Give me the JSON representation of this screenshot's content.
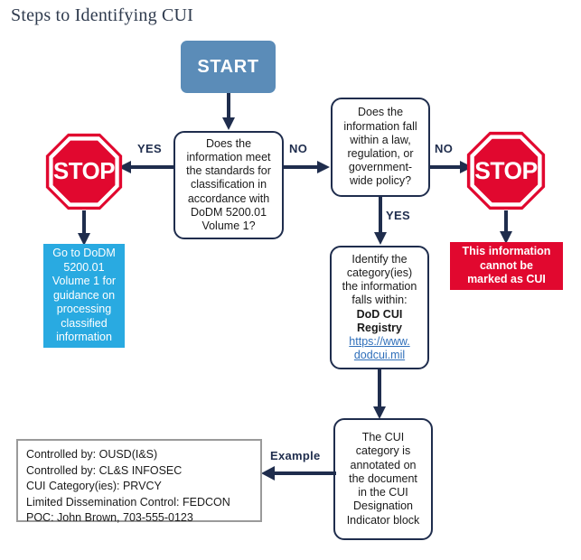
{
  "page": {
    "title": "Steps to Identifying CUI"
  },
  "colors": {
    "start_fill": "#5b8cb8",
    "box_stroke": "#1f2d4d",
    "arrow": "#1f2d4d",
    "stop_red": "#e1082f",
    "info_blue": "#29aae1",
    "warning_red": "#e1082f",
    "link_blue": "#2f6fba",
    "cui_block_border": "#9a9a9a",
    "title_text": "#2f3b4e"
  },
  "nodes": {
    "start": {
      "label": "START",
      "shape": "rounded-rect-filled"
    },
    "decision_classification": {
      "shape": "rounded-rect",
      "lines": [
        "Does the",
        "information meet",
        "the standards for",
        "classification in",
        "accordance with",
        "DoDM 5200.01",
        "Volume 1?"
      ]
    },
    "decision_law": {
      "shape": "rounded-rect",
      "lines": [
        "Does the",
        "information fall",
        "within a law,",
        "regulation, or",
        "government-",
        "wide policy?"
      ]
    },
    "stop_left": {
      "label": "STOP",
      "shape": "octagon"
    },
    "stop_right": {
      "label": "STOP",
      "shape": "octagon"
    },
    "goto_dodm": {
      "shape": "rect-filled",
      "lines": [
        "Go to DoDM",
        "5200.01",
        "Volume 1 for",
        "guidance on",
        "processing",
        "classified",
        "information"
      ]
    },
    "cannot_mark": {
      "shape": "rect-filled",
      "lines": [
        "This information",
        "cannot be",
        "marked as CUI"
      ]
    },
    "identify_category": {
      "shape": "rounded-rect",
      "lines": [
        "Identify the",
        "category(ies)",
        "the information",
        "falls within:"
      ],
      "bold_lines": [
        "DoD CUI",
        "Registry"
      ],
      "link_lines": [
        "https://www.",
        "dodcui.mil"
      ],
      "link_text": "https://www.dodcui.mil"
    },
    "annotate_doc": {
      "shape": "rounded-rect",
      "lines": [
        "The CUI",
        "category is",
        "annotated on",
        "the document",
        "in the CUI",
        "Designation",
        "Indicator block"
      ]
    },
    "cui_designation_block": {
      "shape": "rect-outline",
      "lines": [
        "Controlled by: OUSD(I&S)",
        "Controlled by: CL&S INFOSEC",
        "CUI Category(ies): PRVCY",
        "Limited Dissemination Control: FEDCON",
        "POC: John Brown, 703-555-0123"
      ]
    }
  },
  "edges": {
    "start_to_decision1": {
      "label": ""
    },
    "decision1_yes": {
      "label": "YES"
    },
    "decision1_no": {
      "label": "NO"
    },
    "stop_left_to_blue": {
      "label": ""
    },
    "decision2_no": {
      "label": "NO"
    },
    "decision2_yes": {
      "label": "YES"
    },
    "stop_right_to_red": {
      "label": ""
    },
    "identify_to_annotate": {
      "label": ""
    },
    "annotate_to_block": {
      "label": "Example"
    }
  }
}
